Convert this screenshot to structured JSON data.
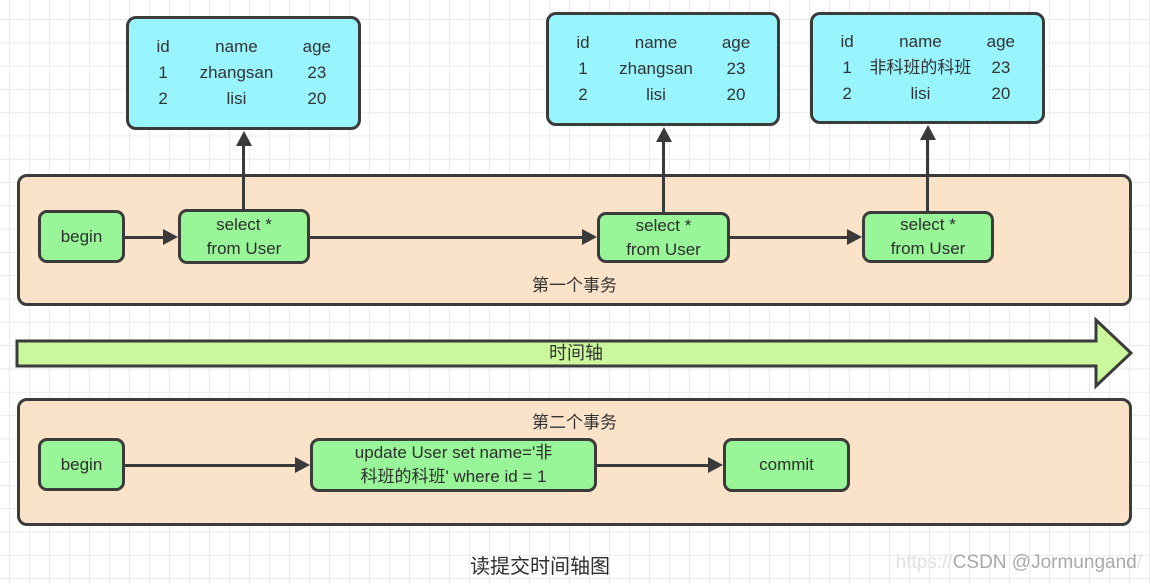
{
  "diagram": {
    "caption": "读提交时间轴图",
    "timeline_label": "时间轴",
    "transaction1": {
      "label": "第一个事务",
      "begin_label": "begin",
      "select_line1": "select *",
      "select_line2": "from User"
    },
    "transaction2": {
      "label": "第二个事务",
      "begin_label": "begin",
      "update_line1": "update User set name='非",
      "update_line2": "科班的科班' where id = 1",
      "commit_label": "commit"
    },
    "tables": [
      {
        "headers": [
          "id",
          "name",
          "age"
        ],
        "rows": [
          [
            "1",
            "zhangsan",
            "23"
          ],
          [
            "2",
            "lisi",
            "20"
          ]
        ]
      },
      {
        "headers": [
          "id",
          "name",
          "age"
        ],
        "rows": [
          [
            "1",
            "zhangsan",
            "23"
          ],
          [
            "2",
            "lisi",
            "20"
          ]
        ]
      },
      {
        "headers": [
          "id",
          "name",
          "age"
        ],
        "rows": [
          [
            "1",
            "非科班的科班",
            "23"
          ],
          [
            "2",
            "lisi",
            "20"
          ]
        ]
      }
    ],
    "watermark": {
      "prefix": "https://",
      "text": "CSDN @Jormungand",
      "suffix": "/"
    },
    "colors": {
      "table_fill": "#99F5FD",
      "transaction_fill": "#FBE3C9",
      "node_fill": "#98F698",
      "timeline_fill": "#CBF89D",
      "border": "#3b3b3b",
      "grid_line": "#ebebeb"
    }
  }
}
